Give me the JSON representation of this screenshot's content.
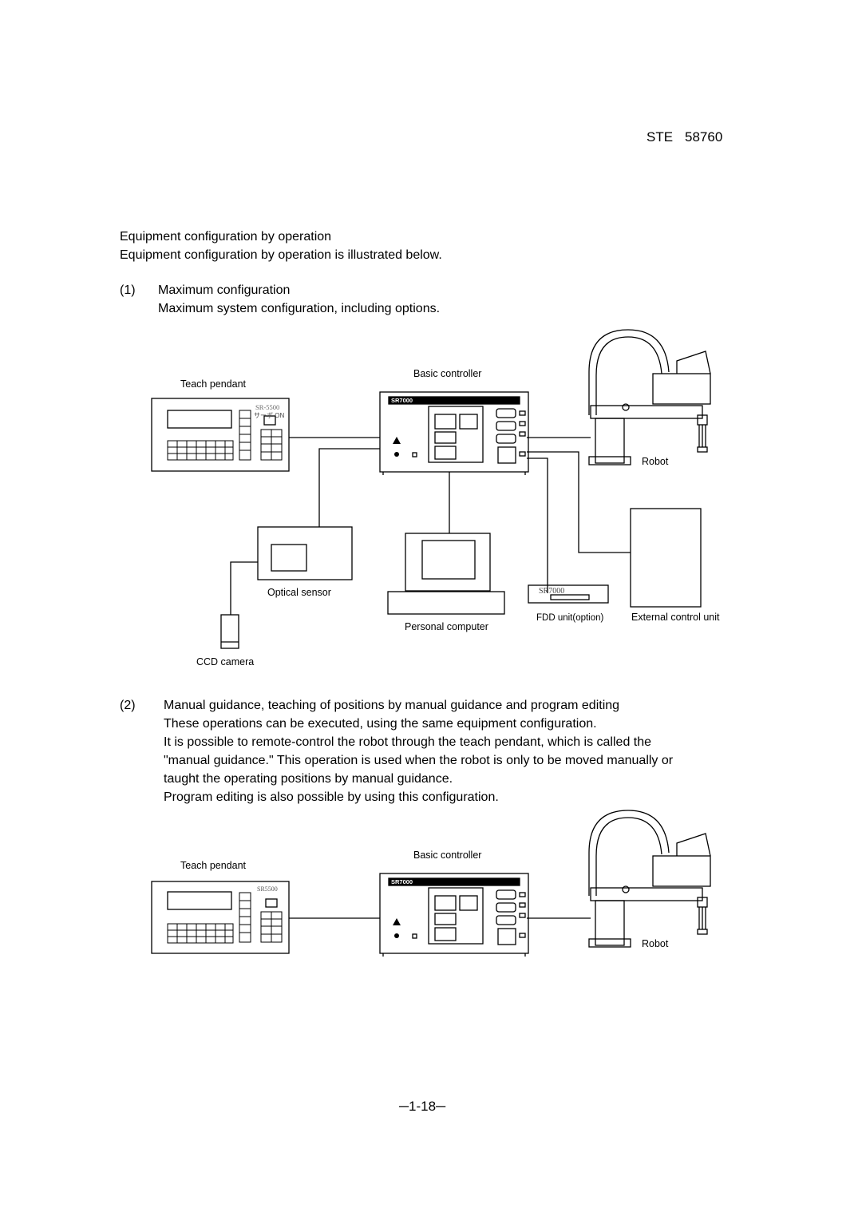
{
  "header": {
    "doc_code": "STE",
    "doc_number": "58760"
  },
  "section": {
    "title": "Equipment configuration by operation",
    "intro": "Equipment configuration by operation is illustrated below."
  },
  "item1": {
    "number": "(1)",
    "title": "Maximum configuration",
    "description": "Maximum system configuration, including options."
  },
  "diagram1": {
    "teach_pendant": "Teach pendant",
    "tp_model": "SR-5500",
    "tp_servo": "サーボ ON",
    "basic_controller": "Basic controller",
    "controller_badge": "SR7000",
    "robot": "Robot",
    "optical_sensor": "Optical sensor",
    "ccd_camera": "CCD camera",
    "personal_computer": "Personal computer",
    "fdd_unit": "FDD unit(option)",
    "fdd_model": "SR7000",
    "external_control_unit": "External control unit"
  },
  "item2": {
    "number": "(2)",
    "title": "Manual guidance, teaching of positions by manual guidance and program editing",
    "lines": [
      "These operations can be executed, using the same equipment configuration.",
      "It is possible to remote-control the robot through the teach pendant, which is called the",
      "\"manual guidance.\"   This operation is used when the robot is only to be moved manually or",
      "taught the operating positions by manual guidance.",
      "Program editing is also possible by using this configuration."
    ]
  },
  "diagram2": {
    "teach_pendant": "Teach pendant",
    "tp_model": "SR5500",
    "basic_controller": "Basic controller",
    "controller_badge": "SR7000",
    "robot": "Robot"
  },
  "footer": {
    "page_number": "1-18"
  }
}
